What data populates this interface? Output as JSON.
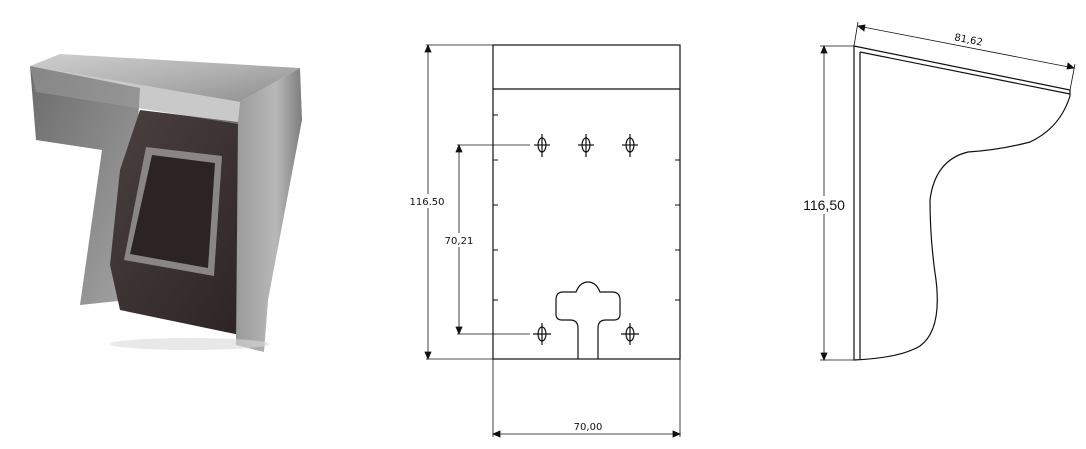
{
  "product_photo": {
    "hood_color": "#a8a8a8",
    "body_color": "#3a3030",
    "reader_window_color": "#2c2424",
    "reader_frame_color": "#8a8686"
  },
  "front_view": {
    "height_label": "116.50",
    "width_label": "70,00",
    "hole_spacing_label": "70,21"
  },
  "side_view": {
    "height_label": "116,50",
    "depth_label": "81,62"
  },
  "line_color": "#111111"
}
